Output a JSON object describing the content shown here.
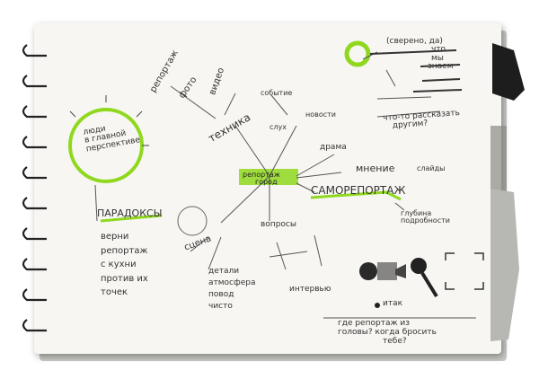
{
  "colors": {
    "paper": "#f7f6f2",
    "ink": "#333333",
    "highlighter": "#8fd81e",
    "spiral": "#222222",
    "tab": "#1d1d1d"
  },
  "notes": {
    "circle_note": [
      "люди",
      "в главной",
      "перспективе"
    ],
    "top_left_1": "репортаж",
    "top_left_2": "фото",
    "top_left_3": "видео",
    "tehnika": "техника",
    "mid_top_1": "событие",
    "mid_top_2": "слух",
    "mid_top_3": "новости",
    "center": [
      "репортаж",
      "город"
    ],
    "right_1": "драма",
    "right_2": "мнение",
    "right_3": "слайды",
    "samoreportazh": "САМОРЕПОРТАЖ",
    "right_small": [
      "глубина",
      "подробности"
    ],
    "top_right": [
      "(сверено, да)",
      "что",
      "мы",
      "знаем"
    ],
    "top_right_q": [
      "что-то рассказать",
      "другим?"
    ],
    "left_list_head": "ПАРАДОКСЫ",
    "left_list": [
      "верни",
      "репортаж",
      "с кухни",
      "против их",
      "точек"
    ],
    "bottom_mid_1": "сцена",
    "bottom_mid_2": [
      "детали",
      "атмосфера",
      "повод",
      "чисто"
    ],
    "bottom_mid_3": "вопросы",
    "bottom_mid_4": "интервью",
    "bottom_right_label": "итак",
    "bottom_quote": [
      "где репортаж из",
      "головы? когда бросить",
      "тебе?"
    ]
  }
}
